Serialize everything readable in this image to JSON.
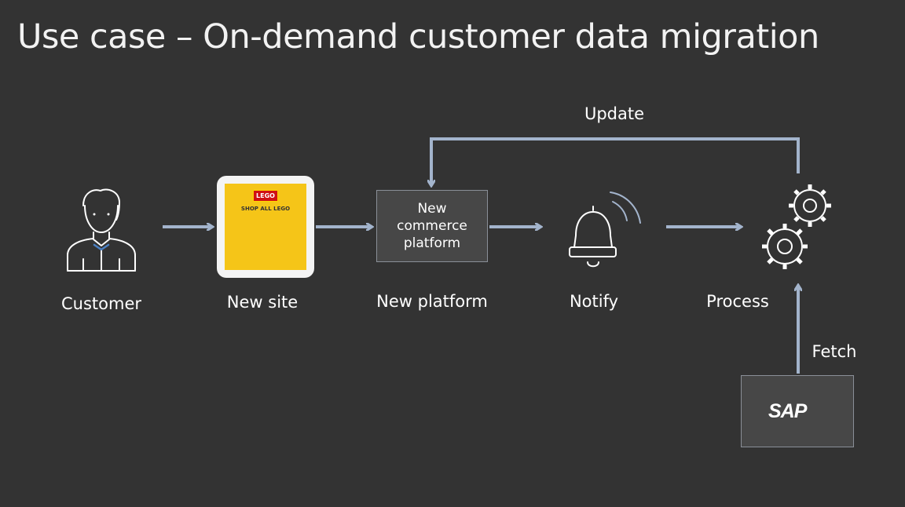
{
  "title": "Use case – On-demand customer data migration",
  "nodes": {
    "customer": {
      "label": "Customer",
      "icon": "person-icon"
    },
    "new_site": {
      "label": "New site",
      "logo_text": "LEGO",
      "banner_text": "SHOP ALL LEGO"
    },
    "new_platform": {
      "label": "New platform",
      "box_lines": [
        "New",
        "commerce",
        "platform"
      ]
    },
    "notify": {
      "label": "Notify",
      "icon": "bell-icon"
    },
    "process": {
      "label": "Process",
      "icon": "gears-icon"
    },
    "sap": {
      "logo_text": "SAP"
    }
  },
  "edges": {
    "update_label": "Update",
    "fetch_label": "Fetch"
  },
  "colors": {
    "background": "#333333",
    "arrow": "#a3b4cc",
    "sap_blue": "#0a6ed1"
  }
}
